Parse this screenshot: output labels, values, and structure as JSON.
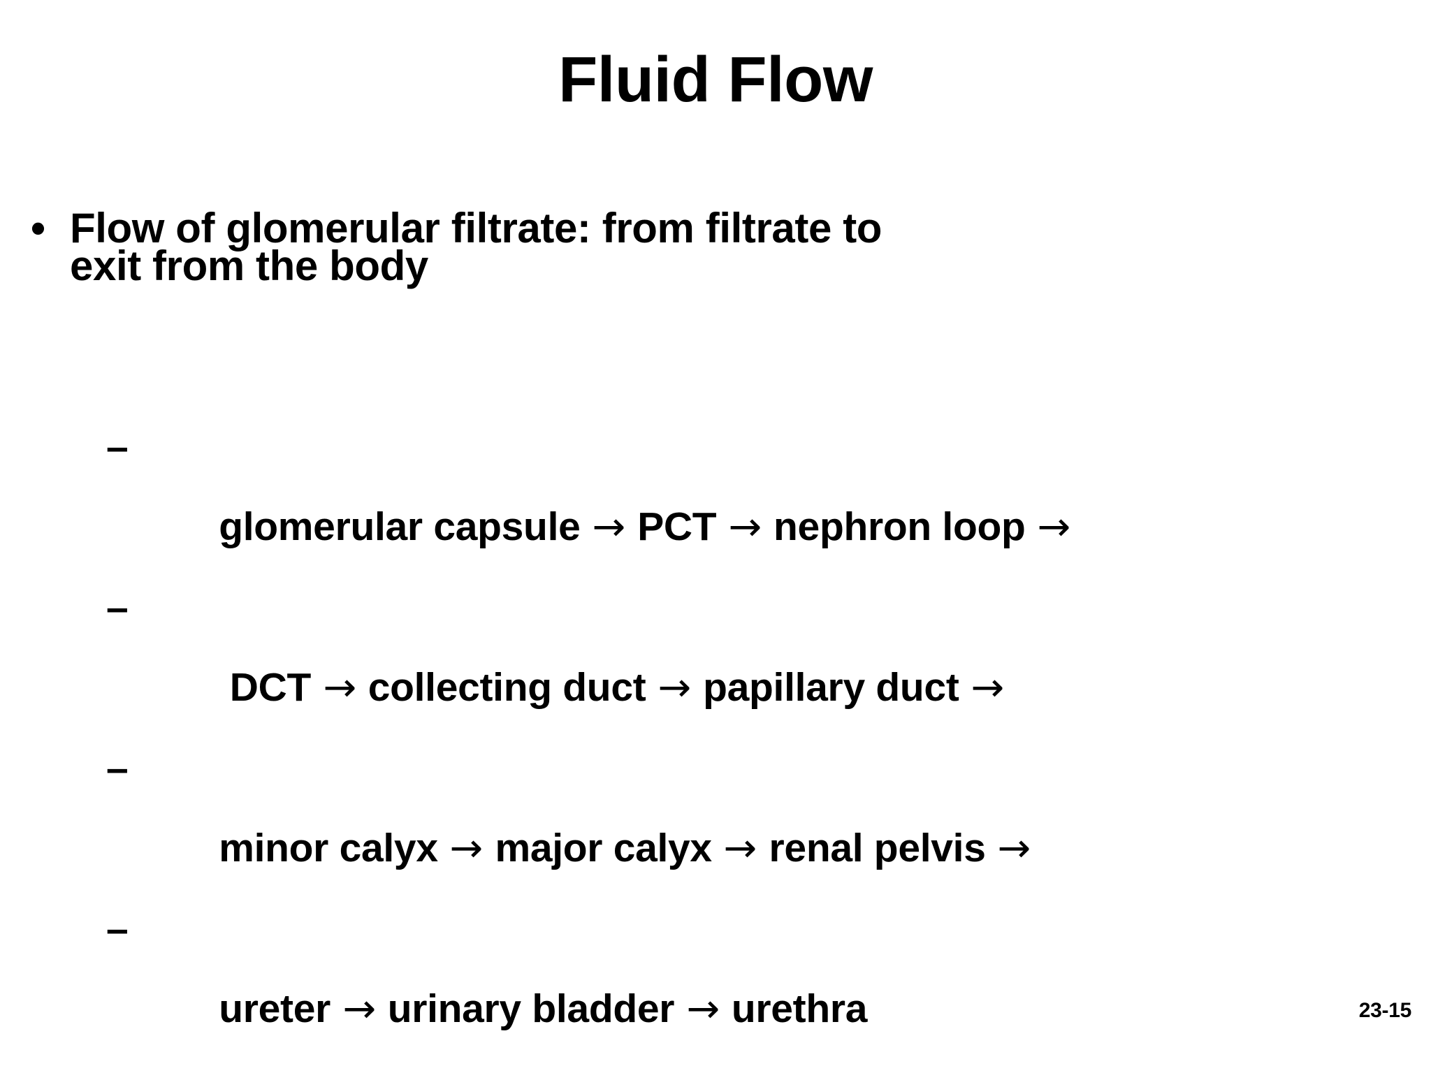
{
  "slide": {
    "title": "Fluid Flow",
    "page_number": "23-15",
    "background_color": "#ffffff",
    "text_color": "#000000"
  },
  "bullets": [
    {
      "marker": "•",
      "level": 1,
      "line1": "Flow of glomerular filtrate: from filtrate to",
      "line2": "exit from the body"
    }
  ],
  "sub_bullets": [
    {
      "marker": "–",
      "arrow": "→",
      "text": "glomerular capsule → PCT → nephron loop →",
      "segments": [
        "glomerular capsule ",
        "→",
        " PCT ",
        "→",
        " nephron loop ",
        "→"
      ]
    },
    {
      "marker": "–",
      "arrow": "→",
      "text": " DCT → collecting duct → papillary duct →",
      "segments": [
        " DCT ",
        "→",
        " collecting duct ",
        "→",
        " papillary duct ",
        "→"
      ]
    },
    {
      "marker": "–",
      "arrow": "→",
      "text": "minor calyx → major calyx → renal pelvis →",
      "segments": [
        "minor calyx ",
        "→",
        " major calyx ",
        "→",
        " renal pelvis ",
        "→"
      ]
    },
    {
      "marker": "–",
      "arrow": "→",
      "text": "ureter → urinary bladder → urethra",
      "segments": [
        "ureter ",
        "→",
        " urinary bladder ",
        "→",
        " urethra"
      ]
    }
  ]
}
